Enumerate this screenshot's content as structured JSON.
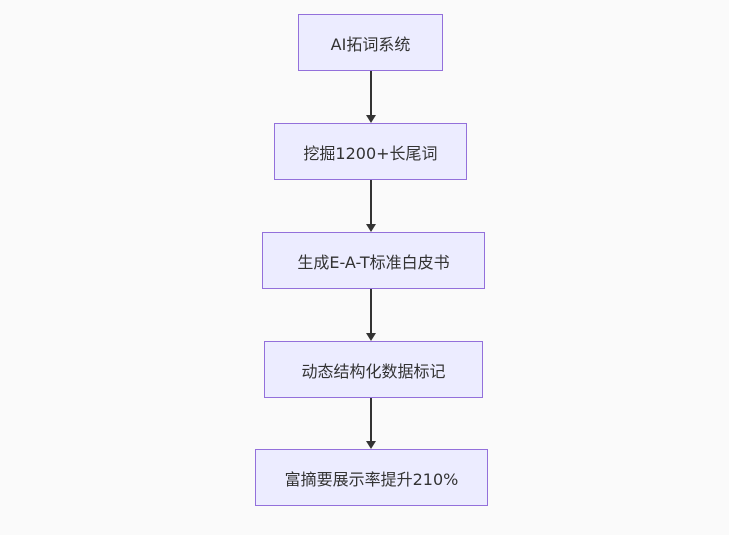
{
  "diagram": {
    "type": "flowchart",
    "direction": "top-down",
    "nodes": [
      {
        "id": "n1",
        "label": "AI拓词系统"
      },
      {
        "id": "n2",
        "label": "挖掘1200+长尾词"
      },
      {
        "id": "n3",
        "label": "生成E-A-T标准白皮书"
      },
      {
        "id": "n4",
        "label": "动态结构化数据标记"
      },
      {
        "id": "n5",
        "label": "富摘要展示率提升210%"
      }
    ],
    "edges": [
      {
        "from": "n1",
        "to": "n2"
      },
      {
        "from": "n2",
        "to": "n3"
      },
      {
        "from": "n3",
        "to": "n4"
      },
      {
        "from": "n4",
        "to": "n5"
      }
    ],
    "colors": {
      "background": "#fafafa",
      "node_fill": "#ececff",
      "node_border": "#9370db",
      "node_text": "#333333",
      "arrow": "#333333"
    }
  }
}
